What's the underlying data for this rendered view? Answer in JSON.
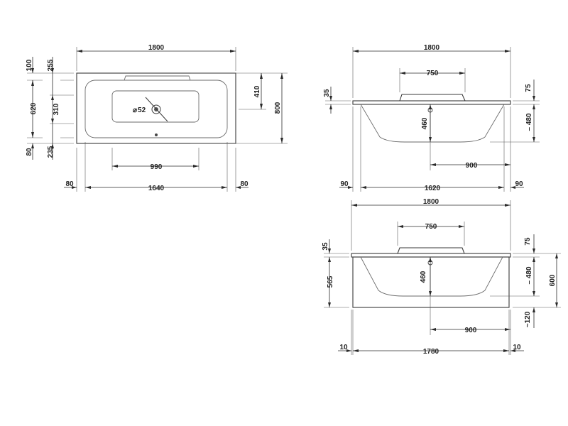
{
  "plan_view": {
    "overall_width": "1800",
    "inner_width": "1640",
    "left_rim": "80",
    "right_rim": "80",
    "drain_offset": "990",
    "overall_depth": "800",
    "inner_depth": "620",
    "rim_top": "100",
    "top_to_center": "255",
    "center_span": "310",
    "rim_bottom": "80",
    "bottom_to_center": "235",
    "right_offset": "410",
    "drain_diameter": "52",
    "diameter_symbol": "⌀"
  },
  "front_view": {
    "overall_width": "1800",
    "headrest_width": "750",
    "rim_thickness": "35",
    "top_offset": "75",
    "drain_height": "460",
    "basin_depth": "480",
    "drain_offset": "900",
    "left_margin": "90",
    "inner_width": "1620",
    "right_margin": "90"
  },
  "panel_view": {
    "overall_width": "1800",
    "headrest_width": "750",
    "rim_thickness": "35",
    "top_offset": "75",
    "panel_height": "565",
    "drain_height": "460",
    "basin_depth": "480",
    "overall_height": "600",
    "feet": "120",
    "drain_offset": "900",
    "left_margin": "10",
    "panel_width": "1780",
    "right_margin": "10",
    "approx_prefix": "~"
  }
}
